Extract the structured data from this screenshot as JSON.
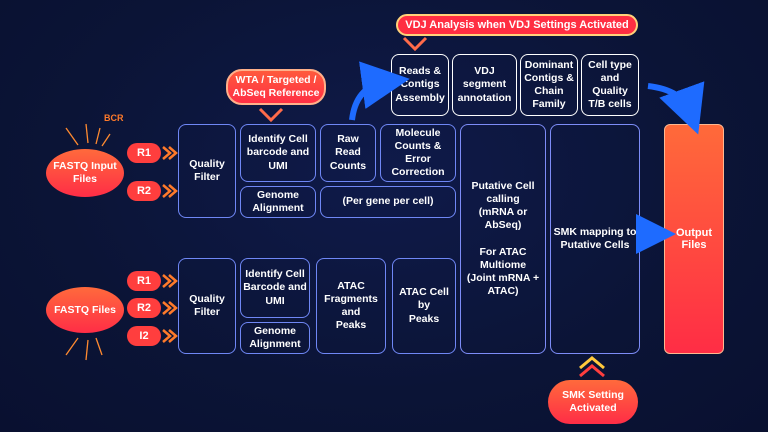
{
  "banners": {
    "vdj": "VDJ Analysis when VDJ Settings Activated",
    "wta": "WTA / Targeted /\nAbSeq Reference",
    "smk": "SMK Setting\nActivated"
  },
  "inputs": {
    "top": {
      "label": "FASTQ Input\nFiles",
      "annotation": "BCR",
      "reads": [
        "R1",
        "R2"
      ]
    },
    "bottom": {
      "label": "FASTQ Files",
      "reads": [
        "R1",
        "R2",
        "I2"
      ]
    }
  },
  "top_row": {
    "quality_filter": "Quality\nFilter",
    "identify": "Identify Cell\nbarcode and\nUMI",
    "genome_alignment": "Genome\nAlignment",
    "raw_read_counts": "Raw Read\nCounts",
    "molecule_counts": "Molecule\nCounts &\nError\nCorrection",
    "per_gene": "(Per gene per cell)"
  },
  "vdj_row": {
    "reads_contigs": "Reads &\nContigs\nAssembly",
    "vdj_segment": "VDJ\nsegment\nannotation",
    "dominant_contigs": "Dominant\nContigs &\nChain\nFamily",
    "cell_type": "Cell type\nand\nQuality\nT/B cells"
  },
  "bottom_row": {
    "quality_filter": "Quality\nFilter",
    "identify": "Identify Cell\nBarcode and\nUMI",
    "genome_alignment": "Genome\nAlignment",
    "atac_fragments": "ATAC\nFragments\nand\nPeaks",
    "atac_cell": "ATAC Cell\nby\nPeaks"
  },
  "putative": "Putative Cell\ncalling\n(mRNA or\nAbSeq)\n\nFor ATAC\nMultiome\n(Joint mRNA +\nATAC)",
  "smk_mapping": "SMK mapping to\nPutative Cells",
  "output": "Output\nFiles",
  "colors": {
    "background": "#0b1436",
    "box_border": "#6f87f5",
    "accent_red": "#ff2e42",
    "accent_orange": "#ff7a2a",
    "arrow_blue": "#1e6bff",
    "chevron_yellow": "#ffc93c"
  }
}
